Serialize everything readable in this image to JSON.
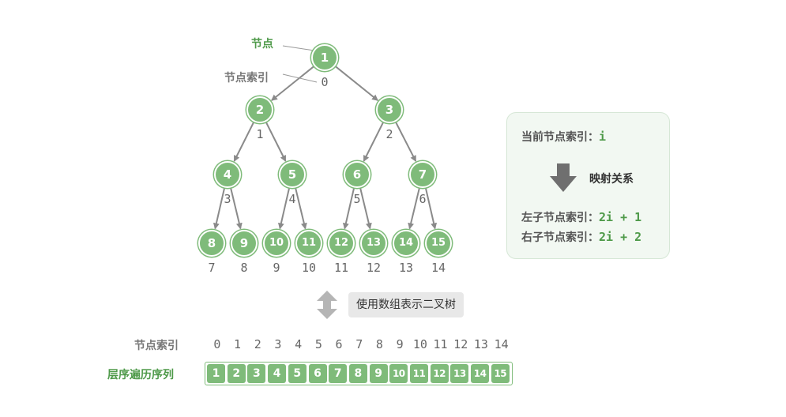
{
  "labels": {
    "node": "节点",
    "node_index": "节点索引"
  },
  "tree": {
    "nodes": [
      {
        "value": "1",
        "index": "0"
      },
      {
        "value": "2",
        "index": "1"
      },
      {
        "value": "3",
        "index": "2"
      },
      {
        "value": "4",
        "index": "3"
      },
      {
        "value": "5",
        "index": "4"
      },
      {
        "value": "6",
        "index": "5"
      },
      {
        "value": "7",
        "index": "6"
      },
      {
        "value": "8",
        "index": "7"
      },
      {
        "value": "9",
        "index": "8"
      },
      {
        "value": "10",
        "index": "9"
      },
      {
        "value": "11",
        "index": "10"
      },
      {
        "value": "12",
        "index": "11"
      },
      {
        "value": "13",
        "index": "12"
      },
      {
        "value": "14",
        "index": "13"
      },
      {
        "value": "15",
        "index": "14"
      }
    ]
  },
  "mapping": {
    "current_label": "当前节点索引：",
    "current_formula": "i",
    "caption": "映射关系",
    "left_label": "左子节点索引：",
    "left_formula": "2i + 1",
    "right_label": "右子节点索引：",
    "right_formula": "2i + 2"
  },
  "conversion_label": "使用数组表示二叉树",
  "array": {
    "index_label": "节点索引",
    "sequence_label": "层序遍历序列",
    "indices": [
      "0",
      "1",
      "2",
      "3",
      "4",
      "5",
      "6",
      "7",
      "8",
      "9",
      "10",
      "11",
      "12",
      "13",
      "14"
    ],
    "values": [
      "1",
      "2",
      "3",
      "4",
      "5",
      "6",
      "7",
      "8",
      "9",
      "10",
      "11",
      "12",
      "13",
      "14",
      "15"
    ]
  },
  "colors": {
    "node_fill": "#7fbb7a",
    "accent_text": "#4f9a4a",
    "label_gray": "#777777",
    "edge_gray": "#8a8a8a"
  }
}
